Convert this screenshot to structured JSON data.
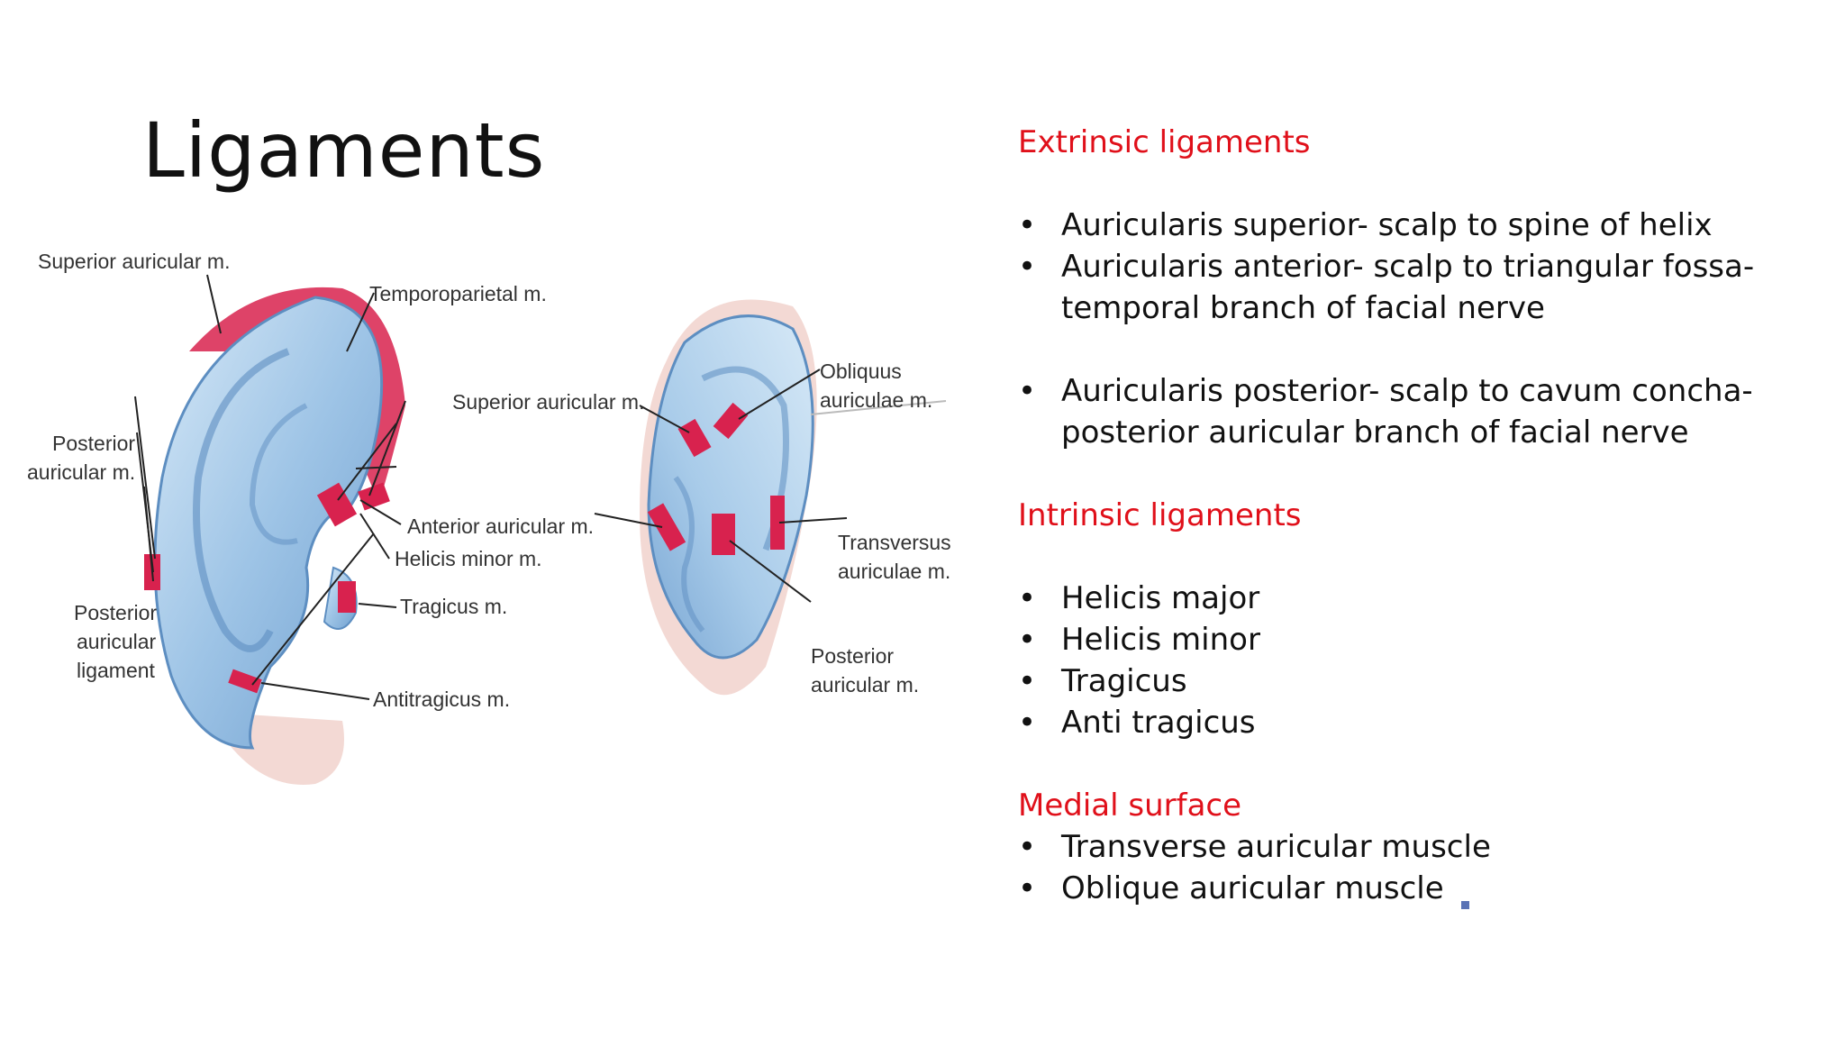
{
  "title": "Ligaments",
  "sections": [
    {
      "heading": "Extrinsic ligaments",
      "items": [
        "Auricularis superior- scalp to spine of helix",
        "Auricularis anterior-  scalp to triangular fossa- temporal branch of facial nerve",
        "Auricularis posterior- scalp to cavum concha- posterior auricular branch of facial nerve"
      ]
    },
    {
      "heading": "Intrinsic ligaments",
      "items": [
        "Helicis major",
        "Helicis minor",
        "Tragicus",
        "Anti tragicus"
      ]
    },
    {
      "heading": "Medial surface",
      "items": [
        "Transverse auricular muscle",
        "Oblique auricular muscle"
      ]
    }
  ],
  "figure_labels": {
    "left": {
      "superior_auricular": "Superior auricular m.",
      "temporoparietal": "Temporoparietal m.",
      "posterior_auricular_1": "Posterior",
      "posterior_auricular_2": "auricular m.",
      "posterior_ligament_1": "Posterior",
      "posterior_ligament_2": "auricular",
      "posterior_ligament_3": "ligament",
      "anterior_auricular": "Anterior auricular m.",
      "helicis_minor": "Helicis minor m.",
      "tragicus": "Tragicus m.",
      "antitragicus": "Antitragicus m."
    },
    "right": {
      "superior_auricular": "Superior auricular m.",
      "obliquus_1": "Obliquus",
      "obliquus_2": "auriculae m.",
      "transversus_1": "Transversus",
      "transversus_2": "auriculae m.",
      "posterior_auricular_1": "Posterior",
      "posterior_auricular_2": "auricular m."
    }
  },
  "colors": {
    "heading_red": "#e0101a",
    "ear_blue": "#a9cbe8",
    "muscle_red": "#d8224e",
    "skin": "#f3d9d4"
  }
}
